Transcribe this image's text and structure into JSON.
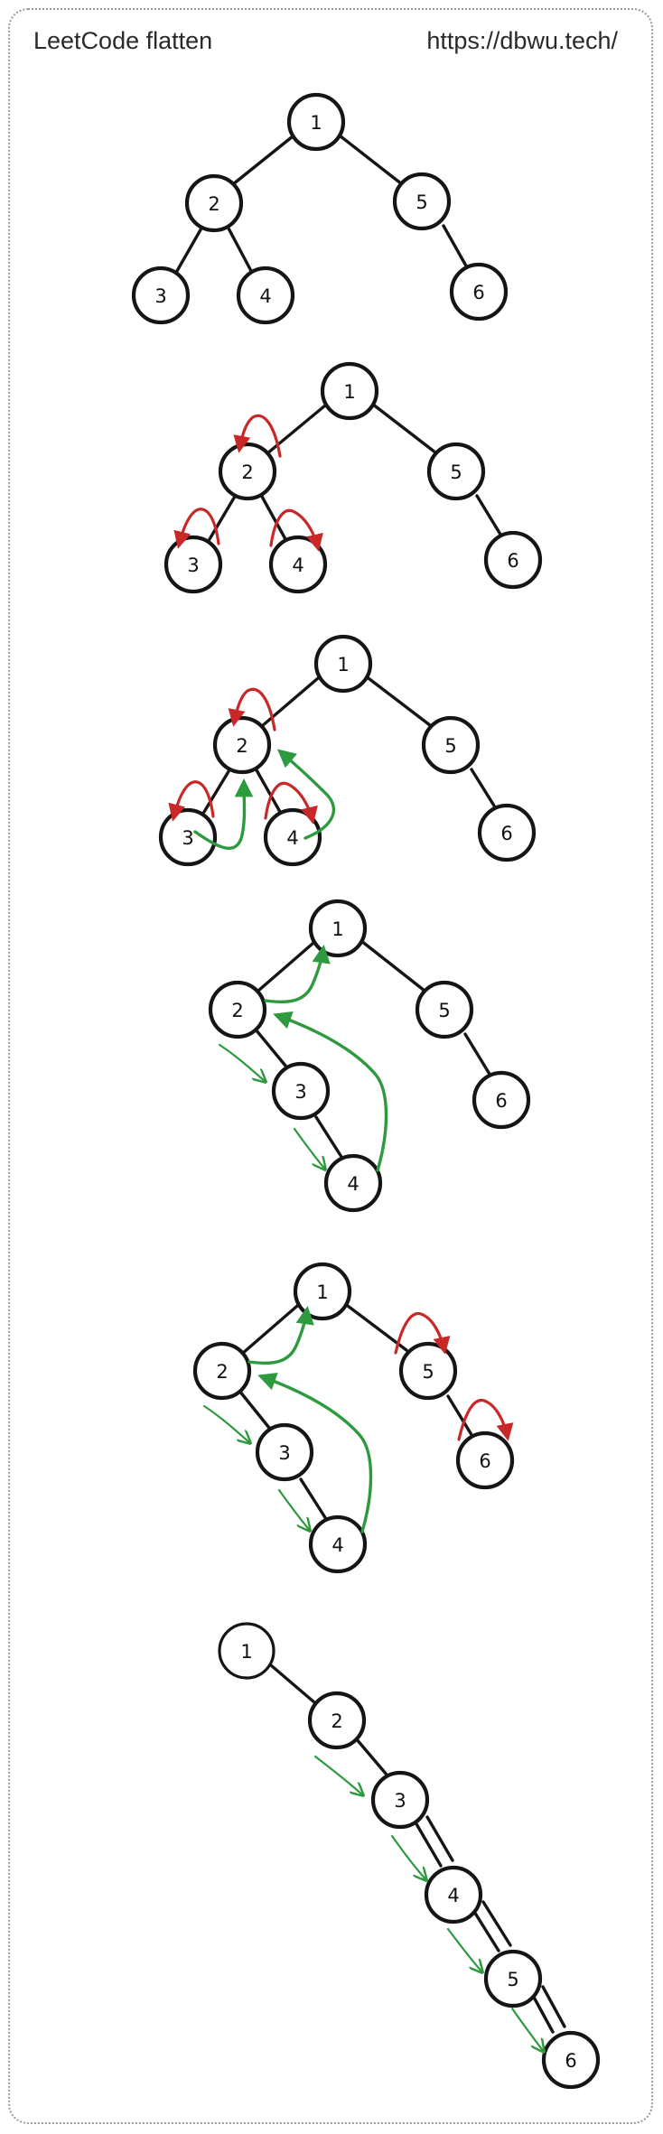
{
  "header": {
    "title": "LeetCode flatten",
    "url": "https://dbwu.tech/"
  },
  "stages": [
    {
      "nodes": [
        "1",
        "2",
        "5",
        "3",
        "4",
        "6"
      ]
    },
    {
      "nodes": [
        "1",
        "2",
        "5",
        "3",
        "4",
        "6"
      ]
    },
    {
      "nodes": [
        "1",
        "2",
        "5",
        "3",
        "4",
        "6"
      ]
    },
    {
      "nodes": [
        "1",
        "2",
        "5",
        "3",
        "4",
        "6"
      ]
    },
    {
      "nodes": [
        "1",
        "2",
        "5",
        "3",
        "4",
        "6"
      ]
    },
    {
      "nodes": [
        "1",
        "2",
        "3",
        "4",
        "5",
        "6"
      ]
    }
  ],
  "colors": {
    "node_stroke": "#151515",
    "red_arrow": "#c92828",
    "green_arrow": "#2e9a3e"
  }
}
